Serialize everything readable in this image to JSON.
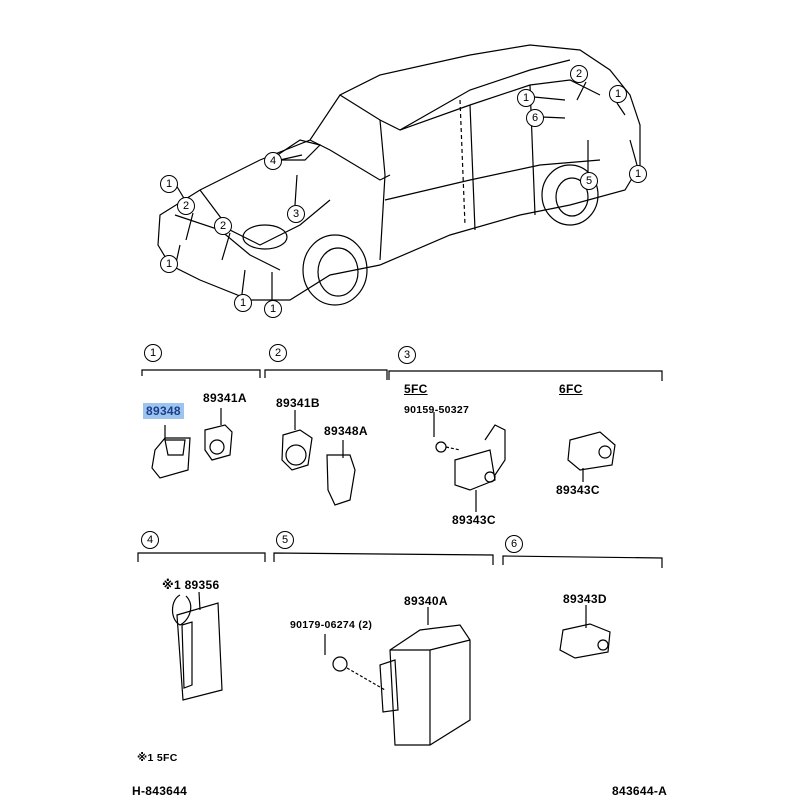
{
  "car_callouts": [
    "1",
    "2",
    "1",
    "6",
    "5",
    "1",
    "4",
    "3",
    "1",
    "2",
    "2",
    "1",
    "1",
    "1"
  ],
  "sections": [
    {
      "number": "1",
      "parts": [
        "89348",
        "89341A"
      ],
      "highlighted": "89348"
    },
    {
      "number": "2",
      "parts": [
        "89341B",
        "89348A"
      ]
    },
    {
      "number": "3",
      "variants": [
        {
          "label": "5FC",
          "parts": [
            "90159-50327",
            "89343C"
          ]
        },
        {
          "label": "6FC",
          "parts": [
            "89343C"
          ]
        }
      ]
    },
    {
      "number": "4",
      "parts": [
        "※1 89356"
      ]
    },
    {
      "number": "5",
      "parts": [
        "89340A",
        "90179-06274 (2)"
      ]
    },
    {
      "number": "6",
      "parts": [
        "89343D"
      ]
    }
  ],
  "footnote": "※1  5FC",
  "footer": {
    "left": "H-843644",
    "right": "843644-A"
  }
}
